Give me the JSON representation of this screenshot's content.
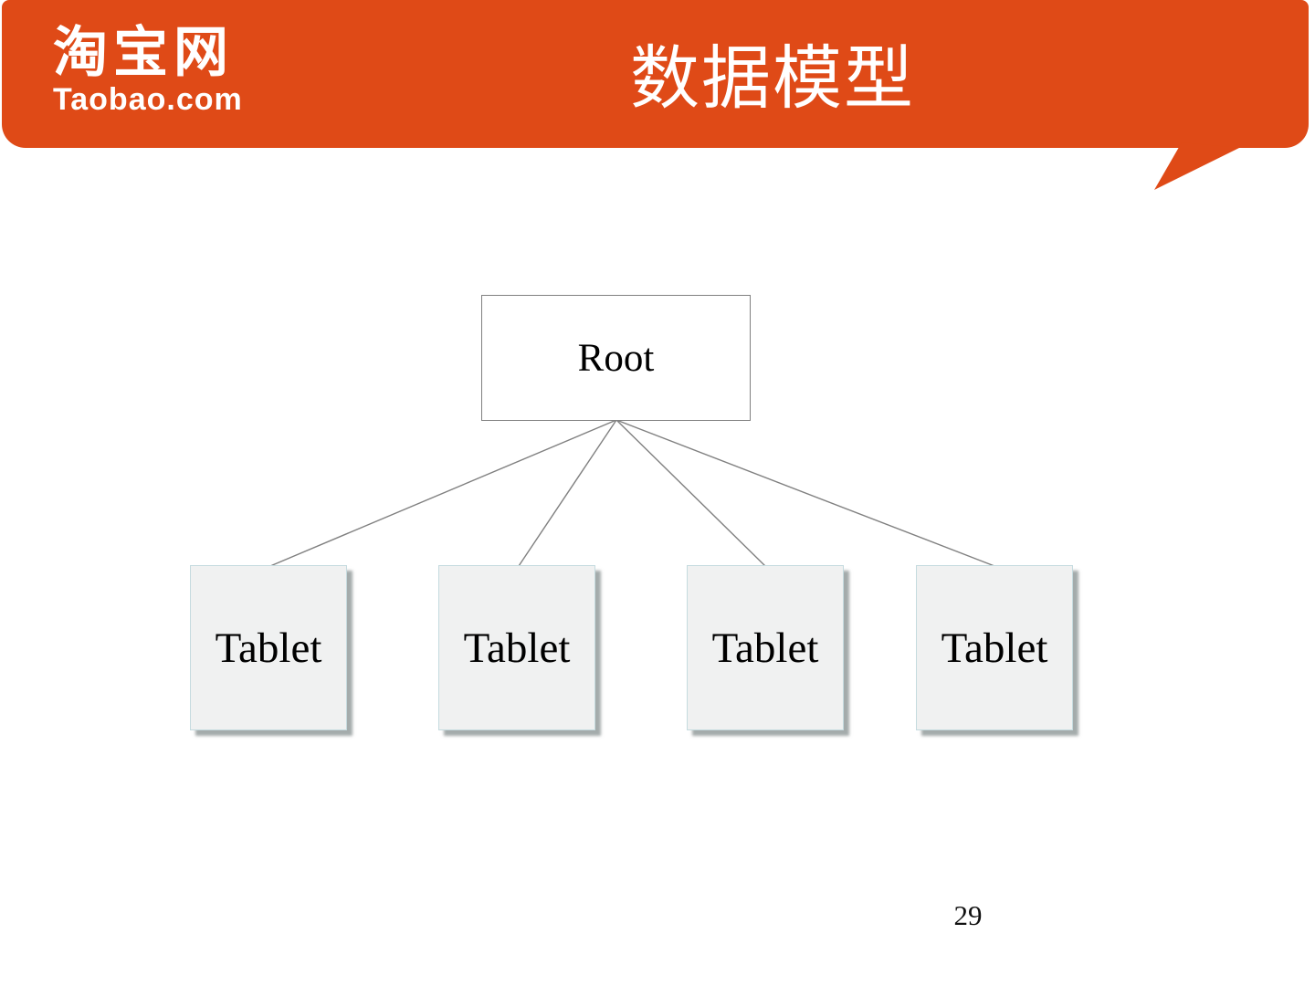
{
  "slide": {
    "logo": {
      "chinese": "淘宝网",
      "latin": "Taobao.com"
    },
    "title": "数据模型",
    "page_number": "29"
  },
  "diagram": {
    "type": "tree",
    "root": {
      "label": "Root"
    },
    "children": [
      {
        "label": "Tablet"
      },
      {
        "label": "Tablet"
      },
      {
        "label": "Tablet"
      },
      {
        "label": "Tablet"
      }
    ],
    "edges": [
      {
        "from": "root",
        "to": "tablet-1"
      },
      {
        "from": "root",
        "to": "tablet-2"
      },
      {
        "from": "root",
        "to": "tablet-3"
      },
      {
        "from": "root",
        "to": "tablet-4"
      }
    ]
  },
  "colors": {
    "banner_orange": "#DF4A17",
    "title_text": "#FFFFFF",
    "root_border": "#808080",
    "tablet_fill": "#F0F1F1",
    "tablet_border": "#C5DBDF",
    "tablet_shadow": "#7D8787",
    "connector_line": "#808080"
  }
}
